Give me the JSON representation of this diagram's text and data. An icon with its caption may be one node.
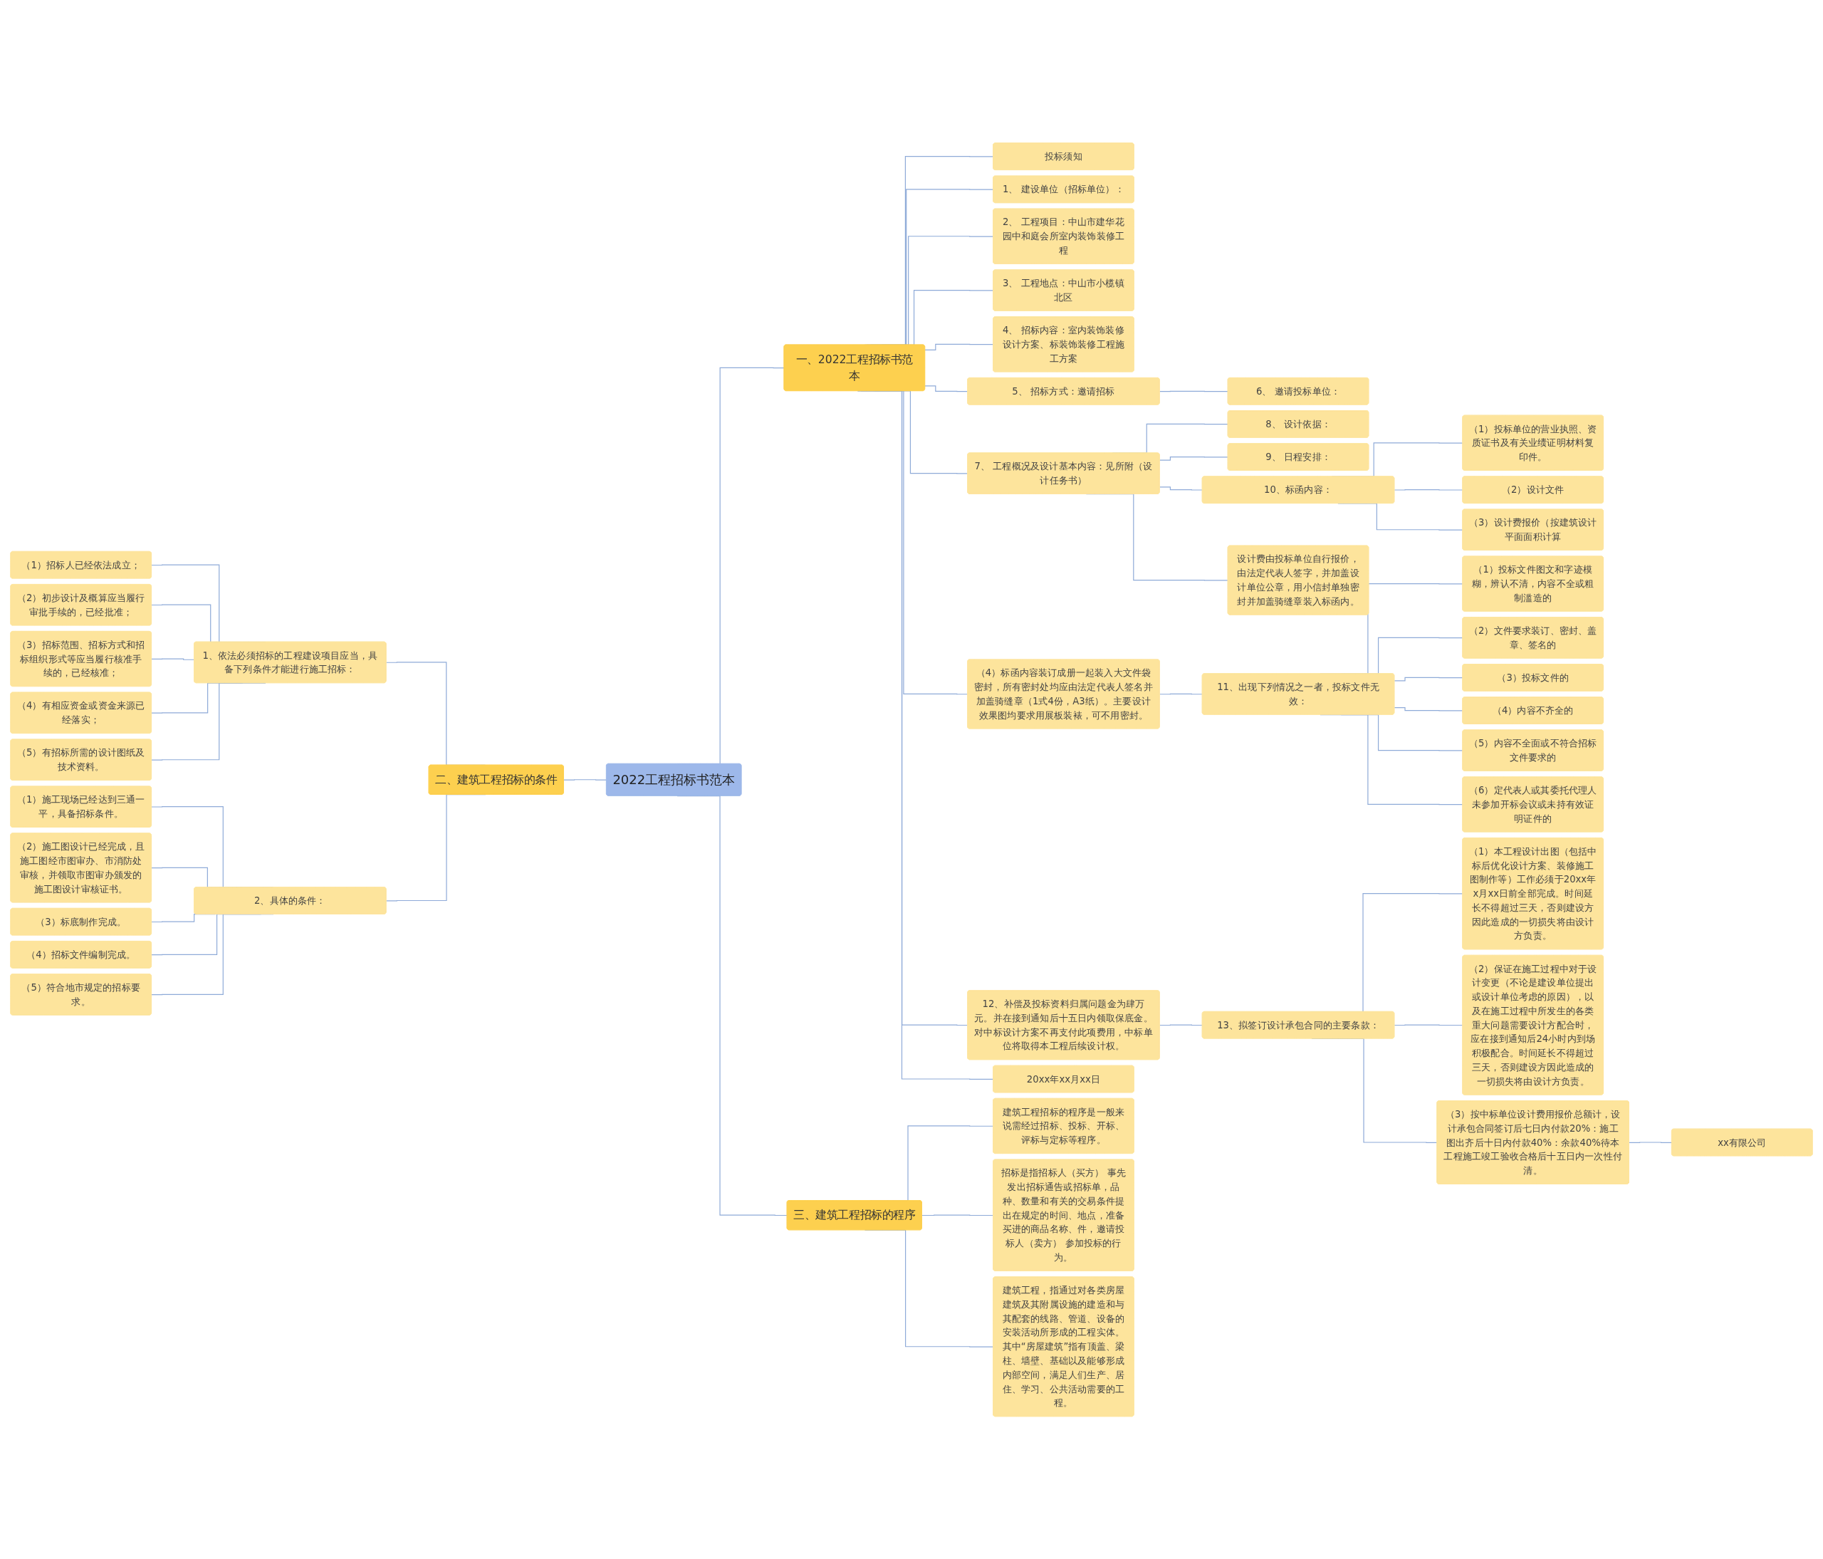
{
  "diagram": {
    "nodes": [
      {
        "text": [
          "2022工程招标书范本"
        ]
      },
      {
        "text": [
          "一、2022工程招标书范本"
        ]
      },
      {
        "text": [
          "投标须知"
        ]
      },
      {
        "text": [
          "1、 建设单位（招标单位）："
        ]
      },
      {
        "text": [
          "2、 工程项目：中山市建华花园中和庭会所室内装饰装修工程"
        ]
      },
      {
        "text": [
          "3、 工程地点：中山市小榄镇北区"
        ]
      },
      {
        "text": [
          "4、 招标内容：室内装饰装修设计方案、标装饰装修工程施工方案"
        ]
      },
      {
        "text": [
          "5、 招标方式：邀请招标"
        ]
      },
      {
        "text": [
          "6、 邀请投标单位："
        ]
      },
      {
        "text": [
          "7、 工程概况及设计基本内容：见所附（设计任务书）"
        ]
      },
      {
        "text": [
          "8、 设计依据："
        ]
      },
      {
        "text": [
          "9、 日程安排："
        ]
      },
      {
        "text": [
          "10、标函内容："
        ]
      },
      {
        "text": [
          "（1）投标单位的营业执照、资质证书及有关业绩证明材料复印件。"
        ]
      },
      {
        "text": [
          "（2）设计文件"
        ]
      },
      {
        "text": [
          "（3）设计费报价（按建筑设计平面面积计算"
        ]
      },
      {
        "text": [
          "设计费由投标单位自行报价，由法定代表人签字，并加盖设计单位公章，用小信封单独密封并加盖骑缝章装入标函内。"
        ]
      },
      {
        "text": [
          "（4）标函内容装订成册一起装入大文件袋密封，所有密封处均应由法定代表人签名并加盖骑缝章（1式4份，A3纸）。主要设计效果图均要求用展板装裱，可不用密封。"
        ]
      },
      {
        "text": [
          "11、出现下列情况之一者，投标文件无效："
        ]
      },
      {
        "text": [
          "（1）投标文件图文和字迹模糊，辨认不清，内容不全或粗制滥造的"
        ]
      },
      {
        "text": [
          "（2）文件要求装订、密封、盖章、签名的"
        ]
      },
      {
        "text": [
          "（3）投标文件的"
        ]
      },
      {
        "text": [
          "（4）内容不齐全的"
        ]
      },
      {
        "text": [
          "（5）内容不全面或不符合招标文件要求的"
        ]
      },
      {
        "text": [
          "（6）定代表人或其委托代理人未参加开标会议或未持有效证明证件的"
        ]
      },
      {
        "text": [
          "12、补偿及投标资料归属问题金为肆万元。并在接到通知后十五日内领取保底金。对中标设计方案不再支付此项费用，中标单位将取得本工程后续设计权。"
        ]
      },
      {
        "text": [
          "13、拟签订设计承包合同的主要条款："
        ]
      },
      {
        "text": [
          "（1）本工程设计出图（包括中标后优化设计方案、装修施工图制作等）工作必须于20xx年x月xx日前全部完成。时间延长不得超过三天，否则建设方因此造成的一切损失将由设计方负责。"
        ]
      },
      {
        "text": [
          "（2）保证在施工过程中对于设计变更（不论是建设单位提出或设计单位考虑的原因），以及在施工过程中所发生的各类重大问题需要设计方配合时，应在接到通知后24小时内到场积极配合。时间延长不得超过三天，否则建设方因此造成的一切损失将由设计方负责。"
        ]
      },
      {
        "text": [
          "（3）按中标单位设计费用报价总额计，设计承包合同签订后七日内付款20%：施工图出齐后十日内付款40%：余款40%待本工程施工竣工验收合格后十五日内一次性付清。"
        ]
      },
      {
        "text": [
          "xx有限公司"
        ]
      },
      {
        "text": [
          "20xx年xx月xx日"
        ]
      },
      {
        "text": [
          "二、建筑工程招标的条件"
        ]
      },
      {
        "text": [
          "1、依法必须招标的工程建设项目应当，具备下列条件才能进行施工招标："
        ]
      },
      {
        "text": [
          "（1）招标人已经依法成立；"
        ]
      },
      {
        "text": [
          "（2）初步设计及概算应当履行审批手续的，已经批准；"
        ]
      },
      {
        "text": [
          "（3）招标范围、招标方式和招标组织形式等应当履行核准手续的，已经核准；"
        ]
      },
      {
        "text": [
          "（4）有相应资金或资金来源已经落实；"
        ]
      },
      {
        "text": [
          "（5）有招标所需的设计图纸及技术资料。"
        ]
      },
      {
        "text": [
          "2、具体的条件："
        ]
      },
      {
        "text": [
          "（1）施工现场已经达到三通一平，具备招标条件。"
        ]
      },
      {
        "text": [
          "（2）施工图设计已经完成，且施工图经市图审办、市消防处审核，并领取市图审办颁发的施工图设计审核证书。"
        ]
      },
      {
        "text": [
          "（3）标底制作完成。"
        ]
      },
      {
        "text": [
          "（4）招标文件编制完成。"
        ]
      },
      {
        "text": [
          "（5）符合地市规定的招标要求。"
        ]
      },
      {
        "text": [
          "三、建筑工程招标的程序"
        ]
      },
      {
        "text": [
          "建筑工程招标的程序是一般来说需经过招标、投标、开标、评标与定标等程序。"
        ]
      },
      {
        "text": [
          "招标是指招标人（买方） 事先发出招标通告或招标单，品种、数量和有关的交易条件提出在规定的时间、地点，准备买进的商品名称、件，邀请投标人（卖方） 参加投标的行为。"
        ]
      },
      {
        "text": [
          "建筑工程，指通过对各类房屋建筑及其附属设施的建造和与其配套的线路、管道、设备的安装活动所形成的工程实体。其中“房屋建筑”指有顶盖、梁柱、墙壁、基础以及能够形成内部空间，满足人们生产、居住、学习、公共活动需要的工程。"
        ]
      }
    ],
    "edges": [
      {
        "from": 0,
        "to": 1,
        "arrow": "none"
      },
      {
        "from": 1,
        "to": 2,
        "arrow": "none"
      },
      {
        "from": 1,
        "to": 3,
        "arrow": "none"
      },
      {
        "from": 1,
        "to": 4,
        "arrow": "none"
      },
      {
        "from": 1,
        "to": 5,
        "arrow": "none"
      },
      {
        "from": 1,
        "to": 6,
        "arrow": "none"
      },
      {
        "from": 1,
        "to": 7,
        "arrow": "none"
      },
      {
        "from": 7,
        "to": 8,
        "arrow": "none"
      },
      {
        "from": 1,
        "to": 9,
        "arrow": "none"
      },
      {
        "from": 9,
        "to": 10,
        "arrow": "none"
      },
      {
        "from": 9,
        "to": 11,
        "arrow": "none"
      },
      {
        "from": 9,
        "to": 12,
        "arrow": "none"
      },
      {
        "from": 12,
        "to": 13,
        "arrow": "none"
      },
      {
        "from": 12,
        "to": 14,
        "arrow": "none"
      },
      {
        "from": 12,
        "to": 15,
        "arrow": "none"
      },
      {
        "from": 9,
        "to": 16,
        "arrow": "none"
      },
      {
        "from": 1,
        "to": 17,
        "arrow": "none"
      },
      {
        "from": 17,
        "to": 18,
        "arrow": "none"
      },
      {
        "from": 18,
        "to": 19,
        "arrow": "none"
      },
      {
        "from": 18,
        "to": 20,
        "arrow": "none"
      },
      {
        "from": 18,
        "to": 21,
        "arrow": "none"
      },
      {
        "from": 18,
        "to": 22,
        "arrow": "none"
      },
      {
        "from": 18,
        "to": 23,
        "arrow": "none"
      },
      {
        "from": 18,
        "to": 24,
        "arrow": "none"
      },
      {
        "from": 1,
        "to": 25,
        "arrow": "none"
      },
      {
        "from": 25,
        "to": 26,
        "arrow": "none"
      },
      {
        "from": 26,
        "to": 27,
        "arrow": "none"
      },
      {
        "from": 26,
        "to": 28,
        "arrow": "none"
      },
      {
        "from": 26,
        "to": 29,
        "arrow": "none"
      },
      {
        "from": 29,
        "to": 30,
        "arrow": "none"
      },
      {
        "from": 1,
        "to": 31,
        "arrow": "none"
      },
      {
        "from": 0,
        "to": 32,
        "arrow": "none"
      },
      {
        "from": 32,
        "to": 33,
        "arrow": "none"
      },
      {
        "from": 33,
        "to": 34,
        "arrow": "none"
      },
      {
        "from": 33,
        "to": 35,
        "arrow": "none"
      },
      {
        "from": 33,
        "to": 36,
        "arrow": "none"
      },
      {
        "from": 33,
        "to": 37,
        "arrow": "none"
      },
      {
        "from": 33,
        "to": 38,
        "arrow": "none"
      },
      {
        "from": 32,
        "to": 39,
        "arrow": "none"
      },
      {
        "from": 39,
        "to": 40,
        "arrow": "none"
      },
      {
        "from": 39,
        "to": 41,
        "arrow": "none"
      },
      {
        "from": 39,
        "to": 42,
        "arrow": "none"
      },
      {
        "from": 39,
        "to": 43,
        "arrow": "none"
      },
      {
        "from": 39,
        "to": 44,
        "arrow": "none"
      },
      {
        "from": 0,
        "to": 45,
        "arrow": "none"
      },
      {
        "from": 45,
        "to": 46,
        "arrow": "none"
      },
      {
        "from": 45,
        "to": 47,
        "arrow": "none"
      },
      {
        "from": 45,
        "to": 48,
        "arrow": "none"
      }
    ]
  }
}
